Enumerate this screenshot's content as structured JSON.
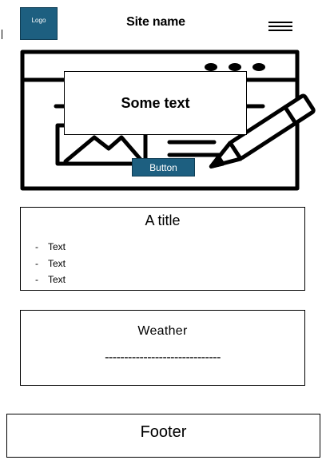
{
  "header": {
    "logo_label": "Logo",
    "site_name": "Site name"
  },
  "hero": {
    "text": "Some text",
    "button_label": "Button"
  },
  "title_card": {
    "title": "A title",
    "items": [
      {
        "bullet": "-",
        "text": "Text"
      },
      {
        "bullet": "-",
        "text": "Text"
      },
      {
        "bullet": "-",
        "text": "Text"
      }
    ]
  },
  "weather": {
    "title": "Weather",
    "value": "------------------------------"
  },
  "footer": {
    "label": "Footer"
  },
  "colors": {
    "brand": "#1d5f80",
    "ink": "#000000",
    "background": "#ffffff"
  },
  "icons": [
    "hamburger-menu-icon",
    "web-page-edit-illustration"
  ]
}
